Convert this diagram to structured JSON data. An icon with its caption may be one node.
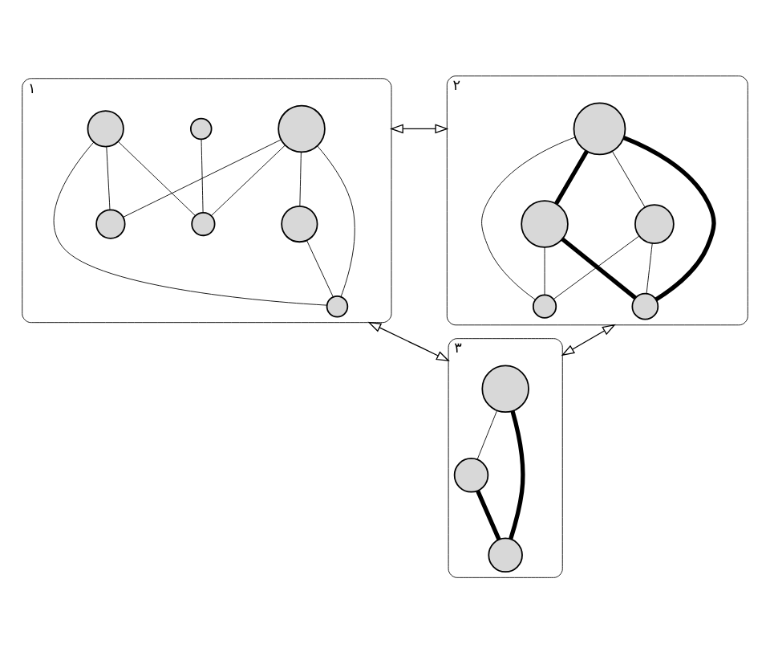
{
  "diagram": {
    "nodes": [
      {
        "text": [
          "۱"
        ]
      },
      {
        "text": [],
        "shape": "circle",
        "in": 0
      },
      {
        "text": [],
        "shape": "circle",
        "in": 0
      },
      {
        "text": [],
        "shape": "circle",
        "in": 0
      },
      {
        "text": [],
        "shape": "circle",
        "in": 0
      },
      {
        "text": [],
        "shape": "circle",
        "in": 0
      },
      {
        "text": [],
        "shape": "circle",
        "in": 0
      },
      {
        "text": [],
        "shape": "circle",
        "in": 0
      },
      {
        "text": [
          "۲"
        ]
      },
      {
        "text": [],
        "shape": "circle",
        "in": 8
      },
      {
        "text": [],
        "shape": "circle",
        "in": 8
      },
      {
        "text": [],
        "shape": "circle",
        "in": 8
      },
      {
        "text": [],
        "shape": "circle",
        "in": 8
      },
      {
        "text": [],
        "shape": "circle",
        "in": 8
      },
      {
        "text": [
          "۳"
        ]
      },
      {
        "text": [],
        "shape": "circle",
        "in": 14
      },
      {
        "text": [],
        "shape": "circle",
        "in": 14
      },
      {
        "text": [],
        "shape": "circle",
        "in": 14
      }
    ],
    "edges": [
      {
        "from": 1,
        "to": 2,
        "arrow": "none"
      },
      {
        "from": 1,
        "to": 5,
        "arrow": "none"
      },
      {
        "from": 1,
        "to": 6,
        "arrow": "none"
      },
      {
        "from": 1,
        "to": 7,
        "arrow": "none"
      },
      {
        "from": 2,
        "to": 7,
        "arrow": "none"
      },
      {
        "from": 3,
        "to": 5,
        "arrow": "none"
      },
      {
        "from": 3,
        "to": 6,
        "arrow": "none"
      },
      {
        "from": 3,
        "to": 7,
        "arrow": "none"
      },
      {
        "from": 4,
        "to": 5,
        "arrow": "none"
      },
      {
        "from": 9,
        "to": 10,
        "arrow": "none",
        "style": "thick"
      },
      {
        "from": 9,
        "to": 11,
        "arrow": "none"
      },
      {
        "from": 9,
        "to": 12,
        "arrow": "none"
      },
      {
        "from": 9,
        "to": 13,
        "arrow": "none",
        "style": "thick"
      },
      {
        "from": 10,
        "to": 12,
        "arrow": "none"
      },
      {
        "from": 10,
        "to": 13,
        "arrow": "none",
        "style": "thick"
      },
      {
        "from": 11,
        "to": 12,
        "arrow": "none"
      },
      {
        "from": 11,
        "to": 13,
        "arrow": "none"
      },
      {
        "from": 15,
        "to": 16,
        "arrow": "none"
      },
      {
        "from": 15,
        "to": 17,
        "arrow": "none",
        "style": "thick"
      },
      {
        "from": 16,
        "to": 17,
        "arrow": "none",
        "style": "thick"
      },
      {
        "from": 0,
        "to": 8,
        "arrow": "both"
      },
      {
        "from": 0,
        "to": 14,
        "arrow": "both"
      },
      {
        "from": 8,
        "to": 14,
        "arrow": "both"
      }
    ]
  }
}
